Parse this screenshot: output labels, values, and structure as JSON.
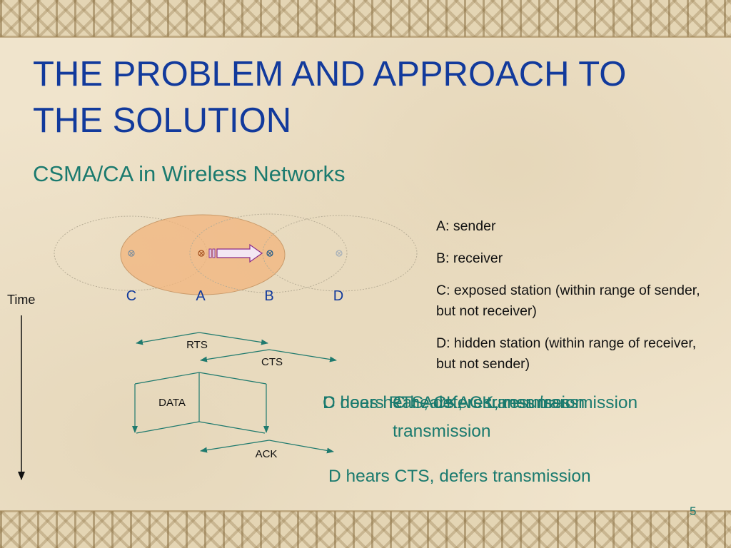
{
  "slide": {
    "title": "THE PROBLEM AND APPROACH TO THE SOLUTION",
    "subtitle": "CSMA/CA in Wireless Networks",
    "page_number": "5"
  },
  "diagram": {
    "stations": [
      "C",
      "A",
      "B",
      "D"
    ],
    "time_label": "Time",
    "frames": [
      "RTS",
      "CTS",
      "DATA",
      "ACK"
    ]
  },
  "legend": [
    "A: sender",
    "B: receiver",
    "C: exposed station (within range of sender, but not receiver)",
    "D: hidden station (within range of receiver, but not sender)"
  ],
  "animation_texts": [
    "C hears RTS, defers transmission",
    "D does hear ACK, resumes transmission",
    "C hears ACK, resumes transmission"
  ],
  "defer_text": "D hears CTS, defers transmission",
  "colors": {
    "title": "#123a9c",
    "teal": "#1a7a6e",
    "arrow": "#1f7a6e",
    "sender_range": "#f2b47c",
    "arrow_fill": "#f3e7f3",
    "arrow_stroke": "#8a2b8a"
  }
}
